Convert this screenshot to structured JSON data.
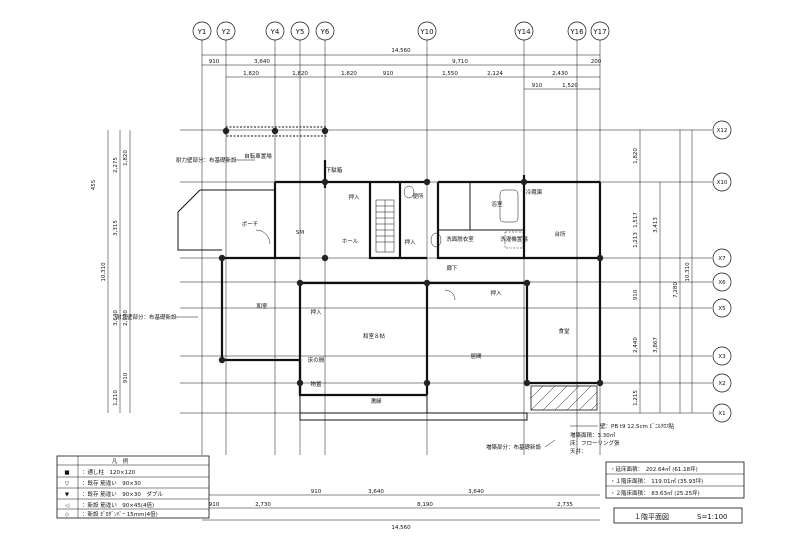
{
  "top_axes": [
    "Y1",
    "Y2",
    "Y4",
    "Y5",
    "Y6",
    "Y10",
    "Y14",
    "Y16",
    "Y17"
  ],
  "right_axes": [
    "X12",
    "X10",
    "X7",
    "X6",
    "X5",
    "X3",
    "X2",
    "X1"
  ],
  "top_dims": {
    "overall": "14,560",
    "row1": [
      "910",
      "3,640",
      "9,710",
      "200"
    ],
    "row2": [
      "1,820",
      "1,820",
      "1,820",
      "910",
      "1,550",
      "2,124",
      "2,430"
    ],
    "row3": [
      "910",
      "1,520"
    ]
  },
  "bottom_dims": {
    "overall": "14,560",
    "row1": [
      "910",
      "3,640",
      "3,640"
    ],
    "row2": [
      "910",
      "2,730",
      "8,190",
      "2,735"
    ]
  },
  "left_dims": {
    "overall": "10,310",
    "a": [
      "2,275",
      "3,315",
      "3,640",
      "1,210"
    ],
    "b": [
      "1,820",
      "455",
      "2,940",
      "910"
    ]
  },
  "right_dims": {
    "overall": "10,310",
    "a": [
      "1,820",
      "1,517",
      "1,213",
      "910",
      "2,440",
      "1,215"
    ],
    "b": [
      "3,413",
      "7,280",
      "3,867"
    ]
  },
  "rooms": {
    "porch": "ポーチ",
    "storage": "SM",
    "hall": "ホール",
    "toilet": "便所",
    "bath": "浴室",
    "washroom": "洗面脱衣室",
    "kitchen": "台所",
    "tatami": "和室",
    "oshiire1": "押入",
    "oshiire2": "押入",
    "oshiire3": "押入",
    "oshiire4": "押入",
    "japanese": "和室８帖",
    "living": "居間",
    "dining": "食堂",
    "hallway": "廊下",
    "engawa": "床の間",
    "veranda": "濡縁",
    "bicycle": "自転車置場",
    "shoebox": "下駄箱",
    "storage2": "物置",
    "washer": "洗濯機置場",
    "fridge": "冷蔵庫"
  },
  "notes": {
    "seismic1": "耐力壁部分：布基礎新設",
    "seismic2": "耐力壁部分：布基礎新設",
    "seismic3": "増築部分：布基礎新設",
    "wall_spec": "壁：PB t9 12.5cm ﾋﾞﾆﾙｸﾛｽ貼",
    "floor_spec": "増築面積：3.30㎡",
    "floor2": "床：フローリング張",
    "ceiling": "天井："
  },
  "legend": {
    "title": "凡　例",
    "rows": [
      {
        "sym": "■",
        "text": "：通し柱　120×120"
      },
      {
        "sym": "▽",
        "text": "：既存 筋違い　90×30"
      },
      {
        "sym": "▼",
        "text": "：既存 筋違い　90×30　ダブル"
      },
      {
        "sym": "◁",
        "text": "：新設 筋違い　90×45(4倍)"
      },
      {
        "sym": "◇",
        "text": "：新設 ｾﾞﾛﾀﾞﾝﾊﾟｰ 15mm(4倍)"
      }
    ]
  },
  "areas": {
    "total": "・延床面積：　202.64㎡ (61.18坪)",
    "first": "・１階床面積：　119.01㎡ (35.93坪)",
    "second": "・２階床面積：　83.63㎡ (25.25坪)"
  },
  "title_block": {
    "title": "１階平面図",
    "scale": "S=1:100"
  }
}
